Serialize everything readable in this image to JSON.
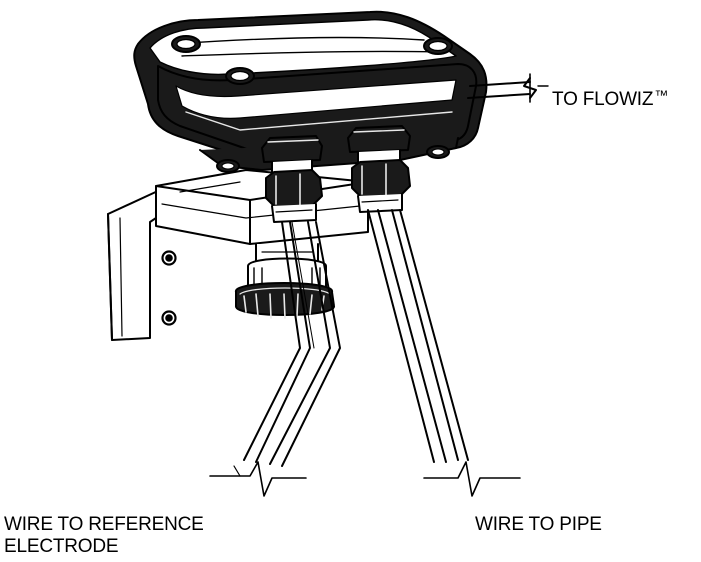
{
  "labels": {
    "to_flowiz": "TO FLOWIZ",
    "to_flowiz_mark": "™",
    "wire_reference_line1": "WIRE TO REFERENCE",
    "wire_reference_line2": "ELECTRODE",
    "wire_pipe": "WIRE TO PIPE"
  },
  "colors": {
    "ink": "#000000",
    "body_dark": "#1a1a1a",
    "highlight": "#e8e8e8",
    "background": "#ffffff"
  }
}
